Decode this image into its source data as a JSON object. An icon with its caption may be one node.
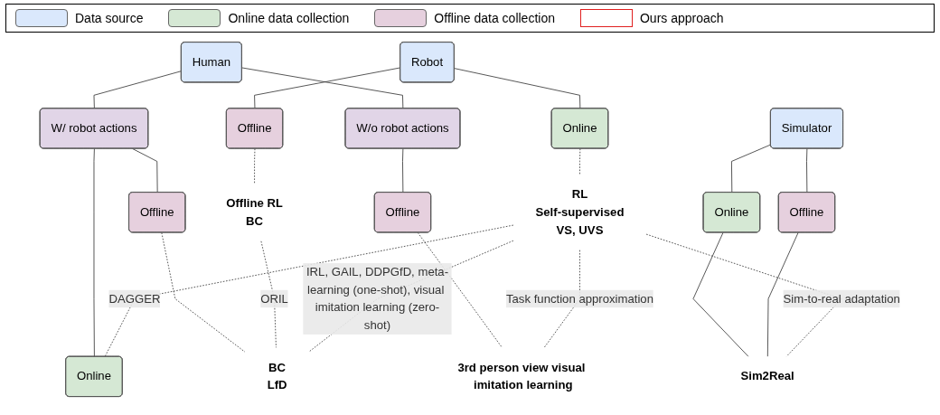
{
  "diagram": {
    "nodes": [
      {
        "text": [
          "Human"
        ]
      },
      {
        "text": [
          "Robot"
        ]
      },
      {
        "text": [
          "W/ robot actions"
        ]
      },
      {
        "text": [
          "W/o robot actions"
        ]
      },
      {
        "text": [
          "Simulator"
        ]
      },
      {
        "text": [
          "Online"
        ]
      },
      {
        "text": [
          "Offline"
        ]
      },
      {
        "text": [
          "Online"
        ]
      },
      {
        "text": [
          "Offline"
        ]
      },
      {
        "text": [
          "Offline"
        ]
      },
      {
        "text": [
          "Online"
        ]
      },
      {
        "text": [
          "Offline"
        ]
      },
      {
        "text": [
          "RL",
          "Self-supervised",
          "VS, UVS"
        ]
      },
      {
        "text": [
          "Offline RL",
          "BC"
        ]
      },
      {
        "text": [
          "BC",
          "LfD"
        ]
      },
      {
        "text": [
          "3rd person view visual imitation learning"
        ]
      },
      {
        "text": [
          "Sim2Real"
        ]
      }
    ],
    "edges": [
      {
        "from": 0,
        "to": 2,
        "arrow": "none"
      },
      {
        "from": 0,
        "to": 3,
        "arrow": "none"
      },
      {
        "from": 1,
        "to": 5,
        "arrow": "none"
      },
      {
        "from": 1,
        "to": 6,
        "arrow": "none"
      },
      {
        "from": 2,
        "to": 7,
        "arrow": "none"
      },
      {
        "from": 2,
        "to": 8,
        "arrow": "none"
      },
      {
        "from": 3,
        "to": 9,
        "arrow": "none"
      },
      {
        "from": 4,
        "to": 10,
        "arrow": "none"
      },
      {
        "from": 4,
        "to": 11,
        "arrow": "none"
      },
      {
        "from": 10,
        "to": 16,
        "arrow": "none"
      },
      {
        "from": 11,
        "to": 16,
        "arrow": "none"
      },
      {
        "from": 5,
        "to": 12,
        "arrow": "none",
        "style": "dashed"
      },
      {
        "from": 6,
        "to": 13,
        "arrow": "none",
        "style": "dashed"
      },
      {
        "from": 8,
        "to": 14,
        "arrow": "none",
        "style": "dashed"
      },
      {
        "from": 9,
        "to": 15,
        "arrow": "none",
        "style": "dashed"
      },
      {
        "from": 13,
        "to": 14,
        "arrow": "none",
        "style": "dashed",
        "label": "ORIL"
      },
      {
        "from": 12,
        "to": 7,
        "arrow": "none",
        "style": "dashed",
        "label": "DAGGER"
      },
      {
        "from": 12,
        "to": 14,
        "arrow": "none",
        "style": "dashed",
        "label": "IRL, GAIL, DDPGfD, meta-learning (one-shot), visual imitation learning (zero-shot)"
      },
      {
        "from": 12,
        "to": 15,
        "arrow": "none",
        "style": "dashed",
        "label": "Task function approximation"
      },
      {
        "from": 12,
        "to": 16,
        "arrow": "none",
        "style": "dashed",
        "label": "Sim-to-real adaptation"
      }
    ],
    "legend": [
      {
        "text": "Data source",
        "color": "#dae8fc"
      },
      {
        "text": "Online data collection",
        "color": "#d5e8d4"
      },
      {
        "text": "Offline data collection",
        "color": "#e6d0de"
      },
      {
        "text": "Ours approach"
      }
    ]
  }
}
